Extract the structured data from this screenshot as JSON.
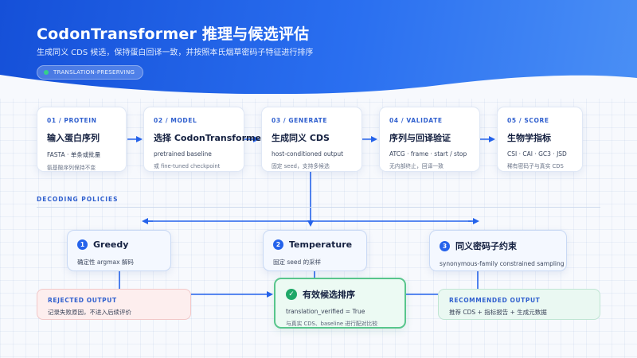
{
  "header": {
    "title": "CodonTransformer 推理与候选评估",
    "subtitle": "生成同义 CDS 候选，保持蛋白回译一致，并按照本氏烟草密码子特征进行排序",
    "badge": "TRANSLATION-PRESERVING"
  },
  "steps": [
    {
      "tag": "01 / PROTEIN",
      "title": "输入蛋白序列",
      "line1": "FASTA · 单条或批量",
      "line2": "氨基酸序列保持不变"
    },
    {
      "tag": "02 / MODEL",
      "title": "选择 CodonTransformer",
      "line1": "pretrained baseline",
      "line2": "或 fine-tuned checkpoint"
    },
    {
      "tag": "03 / GENERATE",
      "title": "生成同义 CDS",
      "line1": "host-conditioned output",
      "line2": "固定 seed，支持多候选"
    },
    {
      "tag": "04 / VALIDATE",
      "title": "序列与回译验证",
      "line1": "ATCG · frame · start / stop",
      "line2": "无内部终止，回译一致"
    },
    {
      "tag": "05 / SCORE",
      "title": "生物学指标",
      "line1": "CSI · CAI · GC3 · JSD",
      "line2": "稀有密码子与真实 CDS"
    }
  ],
  "section_label": "DECODING POLICIES",
  "policies": [
    {
      "num": "1",
      "title": "Greedy",
      "desc": "确定性 argmax 解码"
    },
    {
      "num": "2",
      "title": "Temperature",
      "desc": "固定 seed 的采样"
    },
    {
      "num": "3",
      "title": "同义密码子约束",
      "desc": "synonymous-family constrained sampling"
    }
  ],
  "rejected": {
    "tag": "REJECTED OUTPUT",
    "text": "记录失败原因，不进入后续评价"
  },
  "final": {
    "check": "✓",
    "title": "有效候选排序",
    "line1": "translation_verified = True",
    "line2": "与真实 CDS、baseline 进行配对比较"
  },
  "recommended": {
    "tag": "RECOMMENDED OUTPUT",
    "text": "推荐 CDS + 指标报告 + 生成元数据"
  },
  "colors": {
    "accent": "#2563eb",
    "success": "#1fa868",
    "reject_bg": "#fdeeee",
    "recommend_bg": "#eaf8f2"
  }
}
